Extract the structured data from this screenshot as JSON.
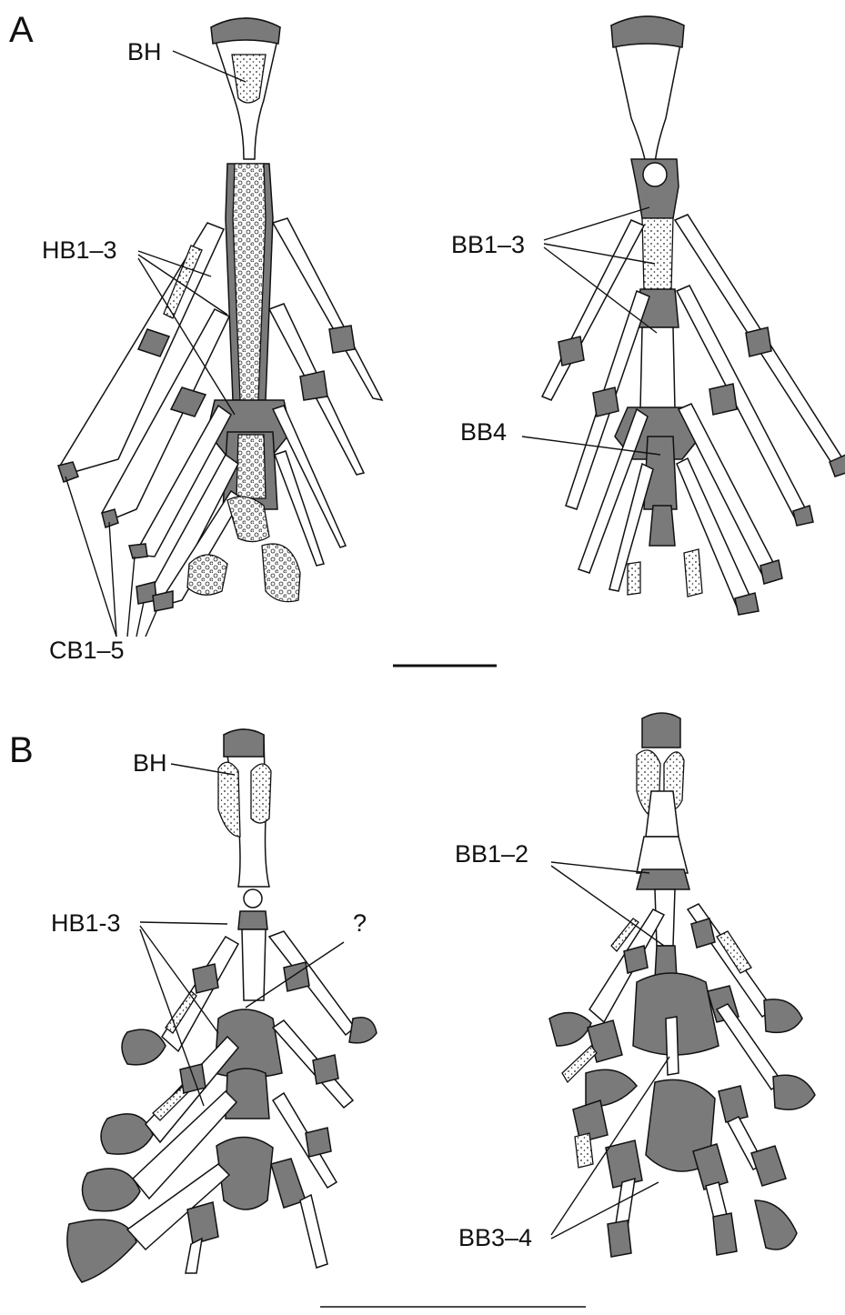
{
  "panels": [
    {
      "id": "A",
      "letter": "A"
    },
    {
      "id": "B",
      "letter": "B"
    }
  ],
  "labels": {
    "a_bh": "BH",
    "a_hb": "HB1–3",
    "a_cb": "CB1–5",
    "a_bb13": "BB1–3",
    "a_bb4": "BB4",
    "b_bh": "BH",
    "b_hb": "HB1-3",
    "b_q": "?",
    "b_bb12": "BB1–2",
    "b_bb34": "BB3–4"
  },
  "colors": {
    "cartilage": "#7a7a7a",
    "bone": "#ffffff",
    "line": "#111111"
  }
}
